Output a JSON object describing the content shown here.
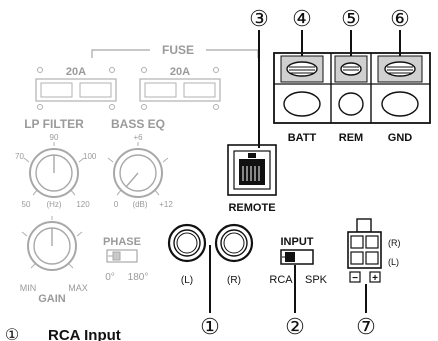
{
  "fuse": {
    "title": "FUSE",
    "left_rating": "20A",
    "right_rating": "20A"
  },
  "lp_filter": {
    "title": "LP FILTER",
    "scale": [
      "70",
      "90",
      "100",
      "50",
      "(Hz)",
      "120"
    ]
  },
  "bass_eq": {
    "title": "BASS EQ",
    "scale": [
      "+6",
      "0",
      "(dB)",
      "+12"
    ]
  },
  "gain": {
    "title": "GAIN",
    "min": "MIN",
    "max": "MAX"
  },
  "phase": {
    "title": "PHASE",
    "left": "0°",
    "right": "180°"
  },
  "rca": {
    "left": "(L)",
    "right": "(R)"
  },
  "input_switch": {
    "title": "INPUT",
    "left": "RCA",
    "right": "SPK"
  },
  "remote": {
    "label": "REMOTE"
  },
  "terminals": {
    "batt": "BATT",
    "rem": "REM",
    "gnd": "GND"
  },
  "speaker_connector": {
    "r": "(R)",
    "l": "(L)",
    "minus": "−",
    "plus": "+"
  },
  "callouts": {
    "c1": "①",
    "c2": "②",
    "c3": "③",
    "c4": "④",
    "c5": "⑤",
    "c6": "⑥",
    "c7": "⑦"
  },
  "legend": {
    "number": "①",
    "text": "RCA Input"
  }
}
